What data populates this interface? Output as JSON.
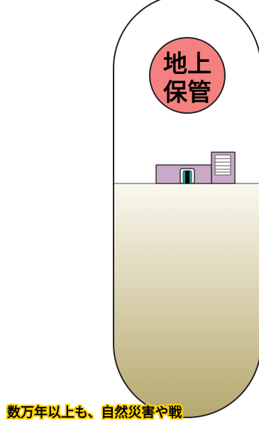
{
  "badge": {
    "line1": "地上",
    "line2": "保管",
    "fill": "#f58080"
  },
  "caption": "数万年以上も、自然災害や戦",
  "colors": {
    "capsule_outline": "#222222",
    "ground_top": "#fbf8ef",
    "ground_bottom": "#b3a56a",
    "building": "#c8aac8",
    "caption_highlight": "#ffd200"
  }
}
